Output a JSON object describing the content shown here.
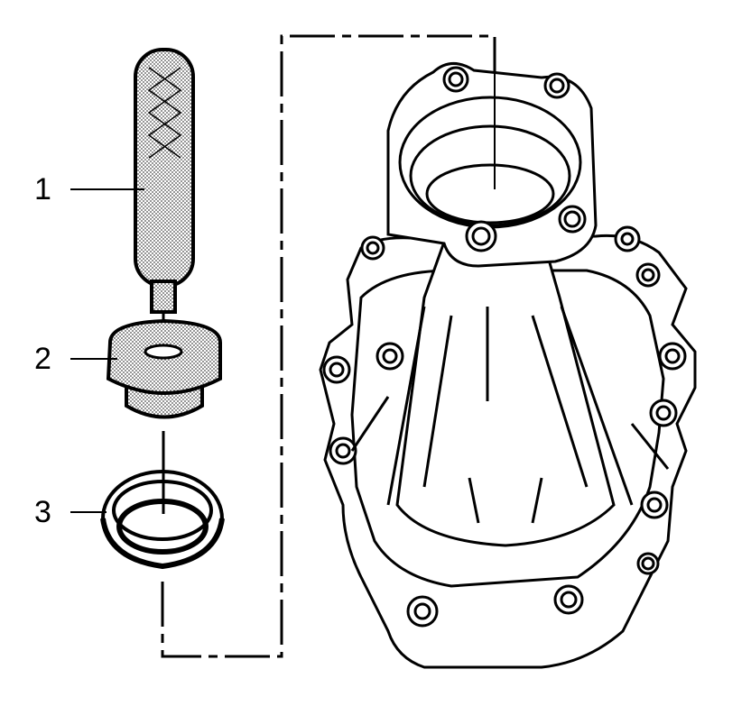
{
  "diagram": {
    "callouts": [
      {
        "number": "1"
      },
      {
        "number": "2"
      },
      {
        "number": "3"
      }
    ]
  },
  "colors": {
    "line": "#000000",
    "background": "#ffffff",
    "stipple": "#4a4a4a"
  }
}
